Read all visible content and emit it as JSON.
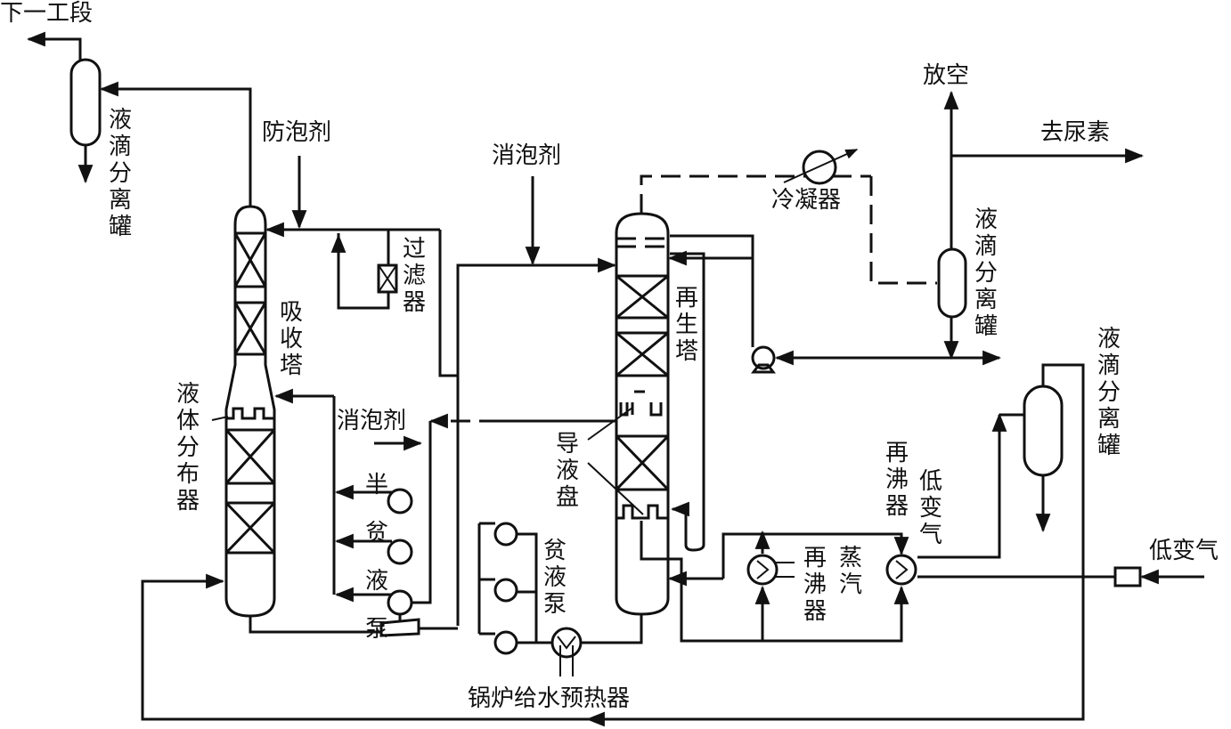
{
  "labels": {
    "next_stage": "下一工段",
    "droplet_sep_1": "液滴分离罐",
    "antifoam_1": "防泡剂",
    "antifoam_2": "消泡剂",
    "antifoam_3": "消泡剂",
    "filter": "过滤器",
    "absorber": "吸收塔",
    "liquid_distributor": "液体分布器",
    "semi_lean_pump": "半贫液泵",
    "regenerator": "再生塔",
    "guide_tray": "导液盘",
    "lean_pump": "贫液泵",
    "bfw_preheater": "锅炉给水预热器",
    "condenser": "冷凝器",
    "vent": "放空",
    "to_urea": "去尿素",
    "droplet_sep_2": "液滴分离罐",
    "droplet_sep_3": "液滴分离罐",
    "reboiler_1": "再沸器",
    "low_shift_gas_1": "低变气",
    "steam_reboiler": "再沸器",
    "steam": "蒸汽",
    "low_shift_gas_in": "低变气"
  }
}
